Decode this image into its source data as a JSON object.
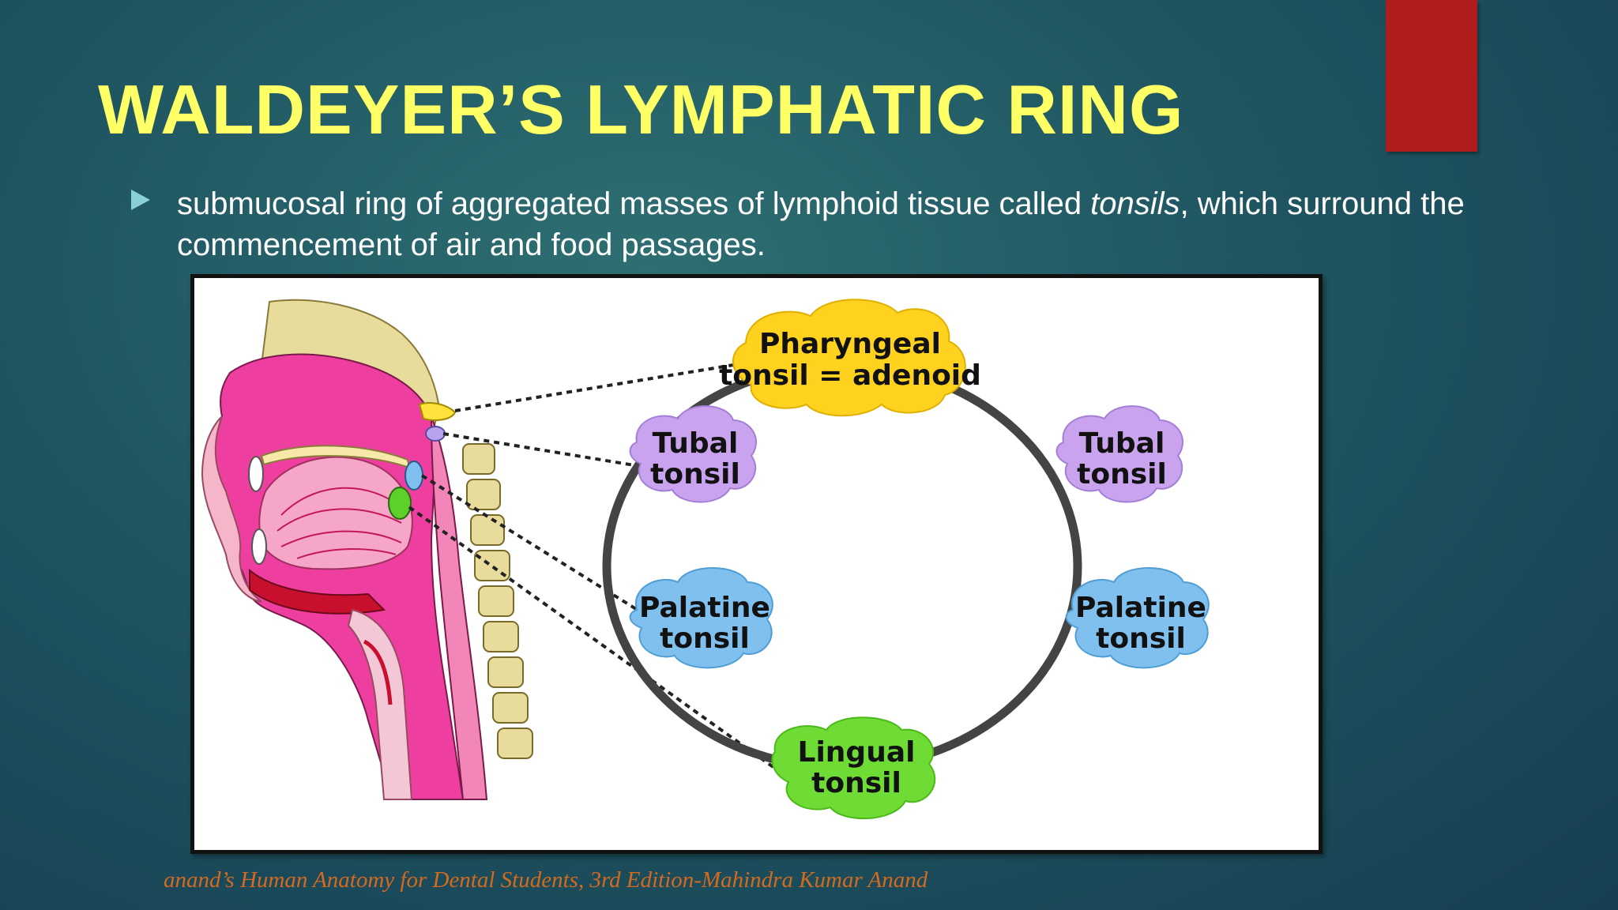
{
  "slide": {
    "title": "WALDEYER’S LYMPHATIC RING",
    "bullet": {
      "text_before": "submucosal ring of aggregated masses of lymphoid tissue called ",
      "emphasis": "tonsils",
      "text_after": ", which surround the commencement of air and food passages."
    },
    "caption": "anand’s Human Anatomy for Dental Students, 3rd Edition-Mahindra Kumar Anand"
  },
  "diagram": {
    "tonsils": {
      "pharyngeal": {
        "line1": "Pharyngeal",
        "line2": "tonsil = adenoid",
        "color": "#ffd21f"
      },
      "tubal_left": {
        "line1": "Tubal",
        "line2": "tonsil",
        "color": "#c9a3ee"
      },
      "tubal_right": {
        "line1": "Tubal",
        "line2": "tonsil",
        "color": "#c9a3ee"
      },
      "palatine_left": {
        "line1": "Palatine",
        "line2": "tonsil",
        "color": "#7fc0ee"
      },
      "palatine_right": {
        "line1": "Palatine",
        "line2": "tonsil",
        "color": "#7fc0ee"
      },
      "lingual": {
        "line1": "Lingual",
        "line2": "tonsil",
        "color": "#6fdc36"
      }
    }
  },
  "colors": {
    "title": "#ffff66",
    "red_tab": "#b01b1b",
    "caption": "#d46a1e",
    "ring": "#444444"
  }
}
